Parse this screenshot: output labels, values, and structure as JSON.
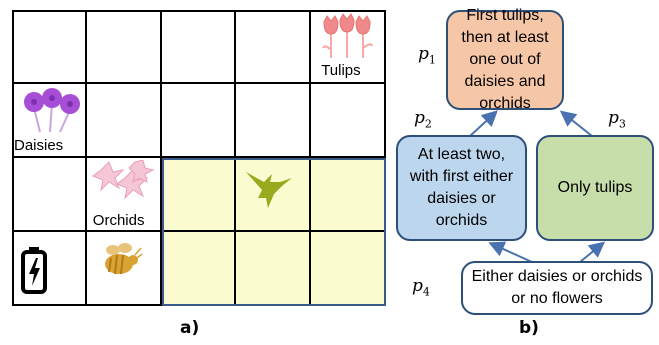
{
  "panel_a": {
    "label": "a)",
    "cells": {
      "tulips": "Tulips",
      "daisies": "Daisies",
      "orchids": "Orchids"
    }
  },
  "panel_b": {
    "label": "b)",
    "nodes": {
      "p1": {
        "name": "p",
        "sub": "1",
        "text": "First tulips, then at least one out of daisies and orchids"
      },
      "p2": {
        "name": "p",
        "sub": "2",
        "text": "At least two, with first either daisies or orchids"
      },
      "p3": {
        "name": "p",
        "sub": "3",
        "text": "Only tulips"
      },
      "p4": {
        "name": "p",
        "sub": "4",
        "text": "Either daisies or orchids or no flowers"
      }
    }
  },
  "colors": {
    "p1_fill": "#f6c7a7",
    "p2_fill": "#bcd6ee",
    "p3_fill": "#c8deaa",
    "region_fill": "#fbfbd0",
    "edge": "#4a72b0"
  }
}
